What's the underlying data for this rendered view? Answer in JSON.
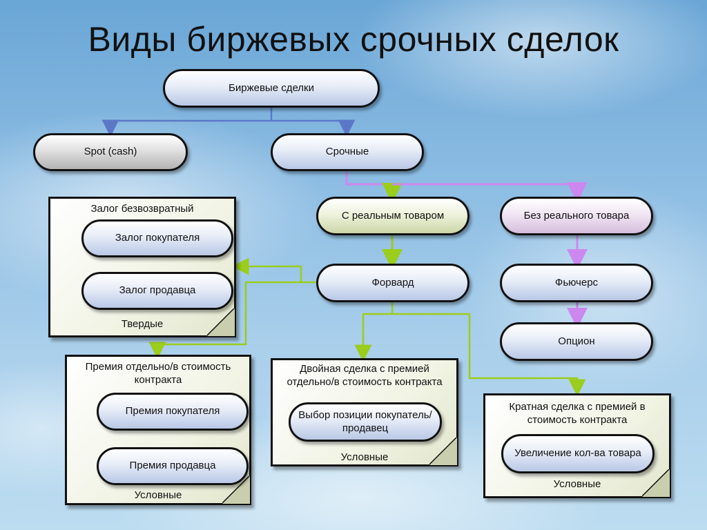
{
  "title": "Виды биржевых срочных сделок",
  "nodes": {
    "root": "Биржевые сделки",
    "spot": "Spot (cash)",
    "urgent": "Срочные",
    "real": "С реальным товаром",
    "no_real": "Без реального товара",
    "forward": "Форвард",
    "futures": "Фьючерс",
    "option": "Опцион"
  },
  "panels": {
    "deposit": {
      "header": "Залог безвозвратный",
      "item1": "Залог покупателя",
      "item2": "Залог продавца",
      "footer": "Твердые"
    },
    "premium": {
      "header": "Премия отдельно/в стоимость контракта",
      "item1": "Премия покупателя",
      "item2": "Премия продавца",
      "footer": "Условные"
    },
    "double": {
      "header": "Двойная сделка с премией отдельно/в стоимость контракта",
      "item1": "Выбор позиции покупатель/продавец",
      "footer": "Условные"
    },
    "multiple": {
      "header": "Кратная сделка с премией в стоимость контракта",
      "item1": "Увеличение кол-ва товара",
      "footer": "Условные"
    }
  },
  "colors": {
    "blue_link": "#5b78c8",
    "green_link": "#9acd1c",
    "violet_link": "#cc88ee"
  }
}
